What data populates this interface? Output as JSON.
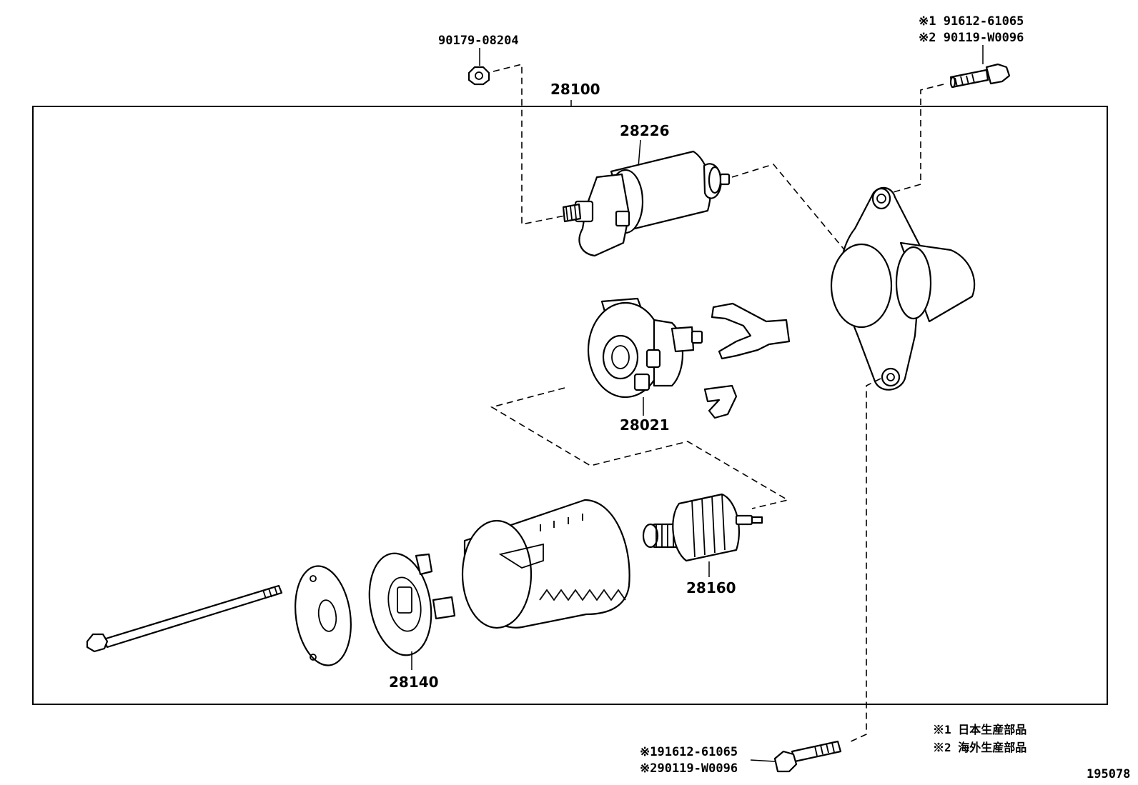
{
  "diagram": {
    "assembly_label": "28100",
    "part_labels": {
      "solenoid": "28226",
      "brush_holder": "28021",
      "armature": "28160",
      "end_frame": "28140"
    },
    "top_nut_label": "90179-08204",
    "top_bolt_labels": [
      "※1 91612-61065",
      "※2 90119-W0096"
    ],
    "bottom_bolt_labels": [
      "※191612-61065",
      "※290119-W0096"
    ],
    "legend": [
      "※1 日本生産部品",
      "※2 海外生産部品"
    ],
    "diagram_number": "195078"
  }
}
